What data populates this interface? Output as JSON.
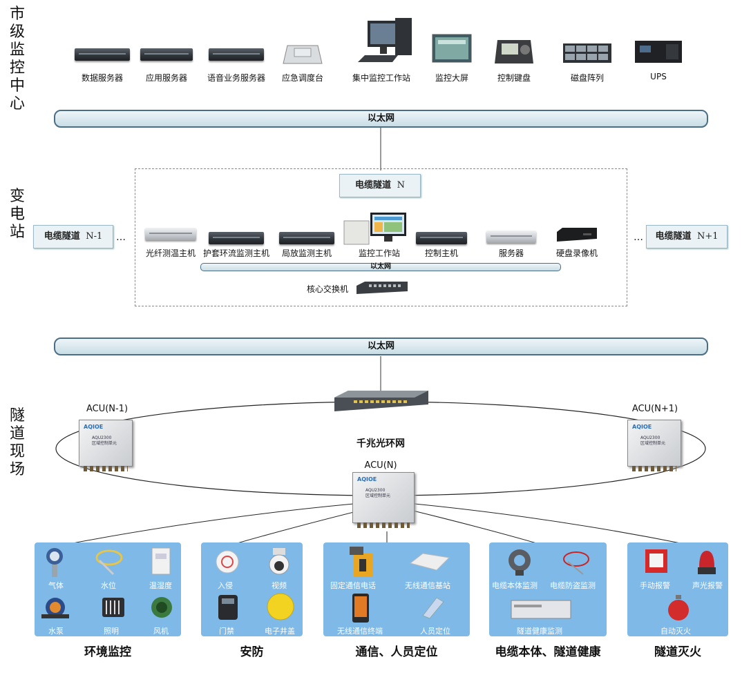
{
  "zones": {
    "city": "市级监控中心",
    "substation": "变电站",
    "tunnel_site": "隧道现场"
  },
  "city_devices": [
    "数据服务器",
    "应用服务器",
    "语音业务服务器",
    "应急调度台",
    "集中监控工作站",
    "监控大屏",
    "控制键盘",
    "磁盘阵列",
    "UPS"
  ],
  "ethernet_label": "以太网",
  "tunnel_boxes": {
    "center": "电缆隧道",
    "center_n": "N",
    "left": "电缆隧道",
    "left_n": "N-1",
    "right": "电缆隧道",
    "right_n": "N+1",
    "ellipsis": "…"
  },
  "substation_devices": [
    "光纤测温主机",
    "护套环流监测主机",
    "局放监测主机",
    "监控工作站",
    "控制主机",
    "服务器",
    "硬盘录像机"
  ],
  "core_switch": "核心交换机",
  "ring": {
    "label": "千兆光环网",
    "acu_left": "ACU(N-1)",
    "acu_center": "ACU(N)",
    "acu_right": "ACU(N+1)",
    "acu_brand": "AQIOE",
    "acu_model": "AQU2300",
    "acu_unit": "区域控制单元"
  },
  "categories": [
    {
      "title": "环境监控",
      "items": [
        "气体",
        "水位",
        "温湿度",
        "水泵",
        "照明",
        "风机"
      ]
    },
    {
      "title": "安防",
      "items": [
        "入侵",
        "视频",
        "门禁",
        "电子井盖"
      ]
    },
    {
      "title": "通信、人员定位",
      "items": [
        "固定通信电话",
        "无线通信基站",
        "无线通信终端",
        "人员定位"
      ]
    },
    {
      "title": "电缆本体、隧道健康",
      "items": [
        "电缆本体监测",
        "电缆防盗监测",
        "隧道健康监测"
      ]
    },
    {
      "title": "隧道灭火",
      "items": [
        "手动报警",
        "声光报警",
        "自动灭火"
      ]
    }
  ]
}
